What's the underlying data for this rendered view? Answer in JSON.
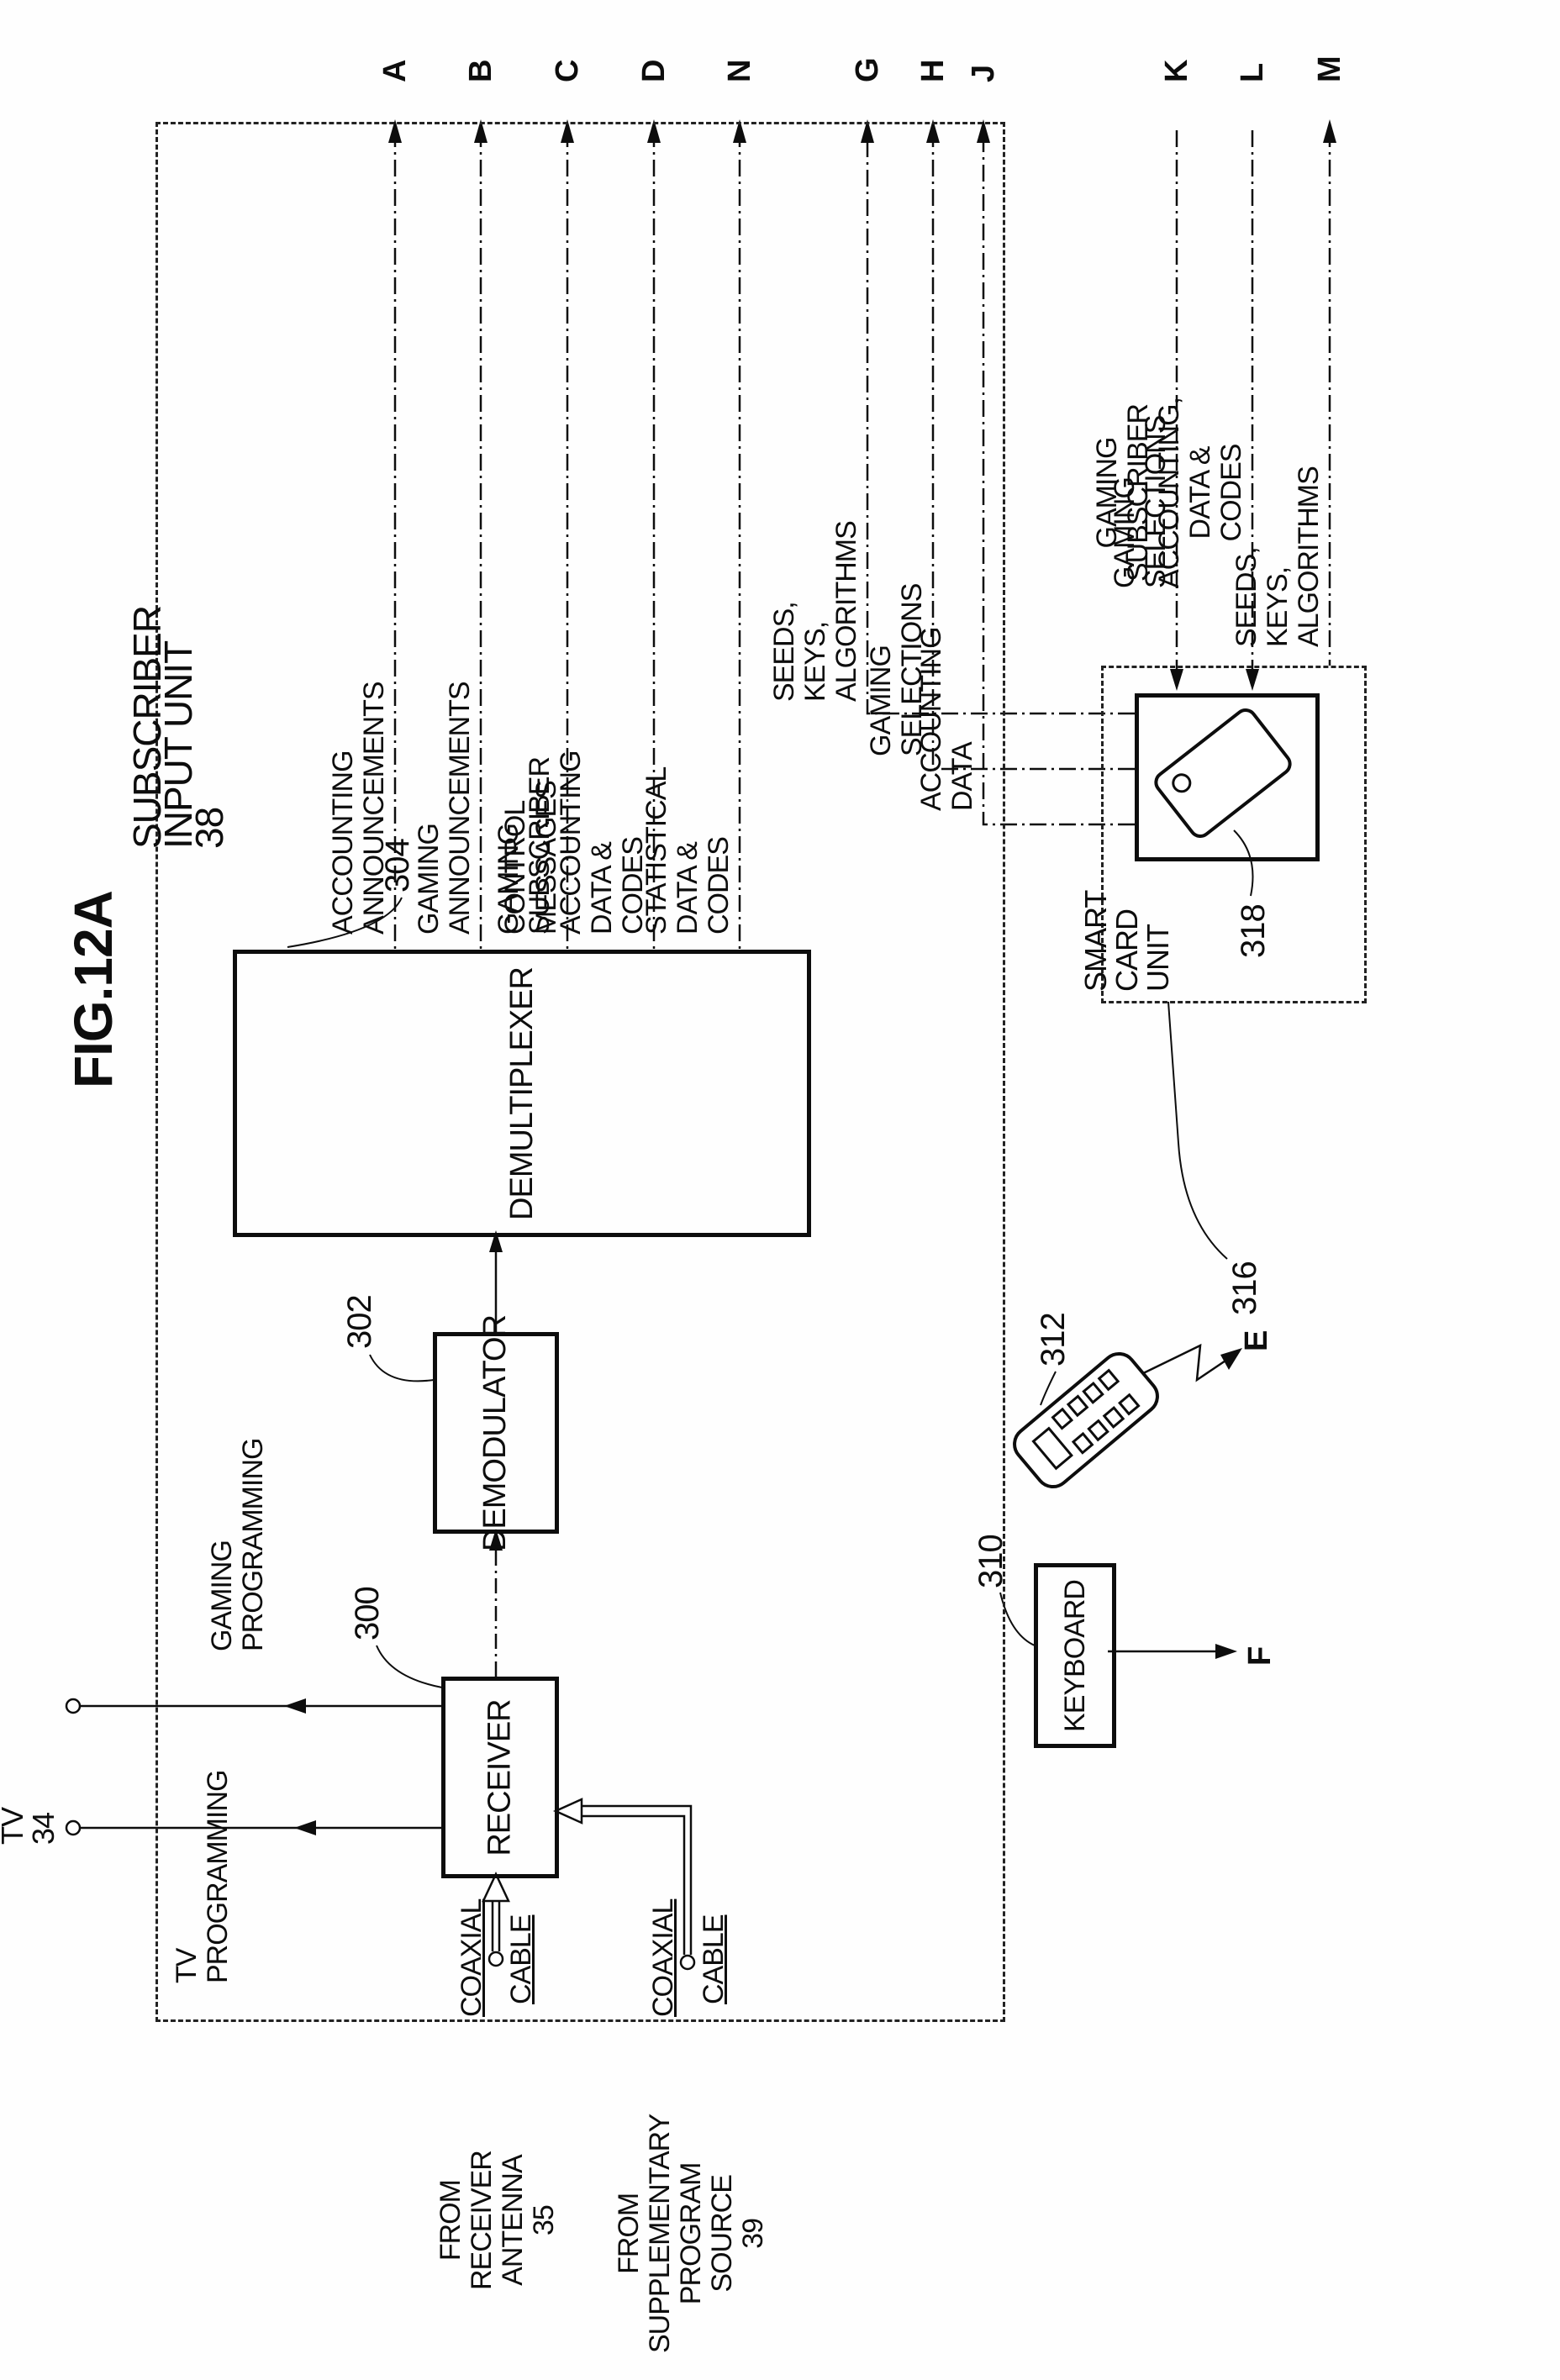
{
  "figure_title": "FIG.12A",
  "unit": {
    "label": "SUBSCRIBER INPUT UNIT 38"
  },
  "blocks": {
    "demultiplexer": {
      "label": "DEMULTIPLEXER",
      "ref": "304"
    },
    "demodulator": {
      "label": "DEMODULATOR",
      "ref": "302"
    },
    "receiver": {
      "label": "RECEIVER",
      "ref": "300"
    },
    "keyboard": {
      "label": "KEYBOARD",
      "ref": "310"
    },
    "smart_card_unit": {
      "label": "SMART CARD\nUNIT",
      "ref": "316"
    },
    "smart_card": {
      "ref": "318"
    },
    "remote_control": {
      "ref": "312"
    }
  },
  "ports": {
    "a": {
      "letter": "A",
      "label": "ACCOUNTING ANNOUNCEMENTS"
    },
    "b": {
      "letter": "B",
      "label": "GAMING ANNOUNCEMENTS"
    },
    "c": {
      "letter": "C",
      "label": "CONTROL MESSAGES"
    },
    "d": {
      "letter": "D",
      "label": "GAMING SUBSCRIBER ACCOUNTING DATA & CODES"
    },
    "n": {
      "letter": "N",
      "label": "STATISTICAL DATA & CODES"
    },
    "g": {
      "letter": "G",
      "label": "SEEDS, KEYS, ALGORITHMS"
    },
    "h": {
      "letter": "H",
      "label": "GAMING SELECTIONS"
    },
    "j": {
      "letter": "J",
      "label": "ACCOUNTING DATA"
    },
    "k": {
      "letter": "K",
      "label": "GAMING SELECTIONS"
    },
    "l": {
      "letter": "L",
      "label": "GAMING SUBSCRIBER ACCOUNTING,\nDATA & CODES"
    },
    "m": {
      "letter": "M",
      "label": "SEEDS, KEYS, ALGORITHMS"
    },
    "e": {
      "letter": "E"
    },
    "f": {
      "letter": "F"
    }
  },
  "tv": {
    "label": "TO TV 34",
    "tv_programming": "TV\nPROGRAMMING",
    "gaming_programming": "GAMING\nPROGRAMMING"
  },
  "cables": {
    "antenna_coaxial": "COAXIAL",
    "antenna_cable": "CABLE",
    "supplementary_coaxial": "COAXIAL",
    "supplementary_cable": "CABLE"
  },
  "sources": {
    "antenna": "FROM\nRECEIVER\nANTENNA\n35",
    "supplementary": "FROM\nSUPPLEMENTARY\nPROGRAM\nSOURCE\n39"
  }
}
